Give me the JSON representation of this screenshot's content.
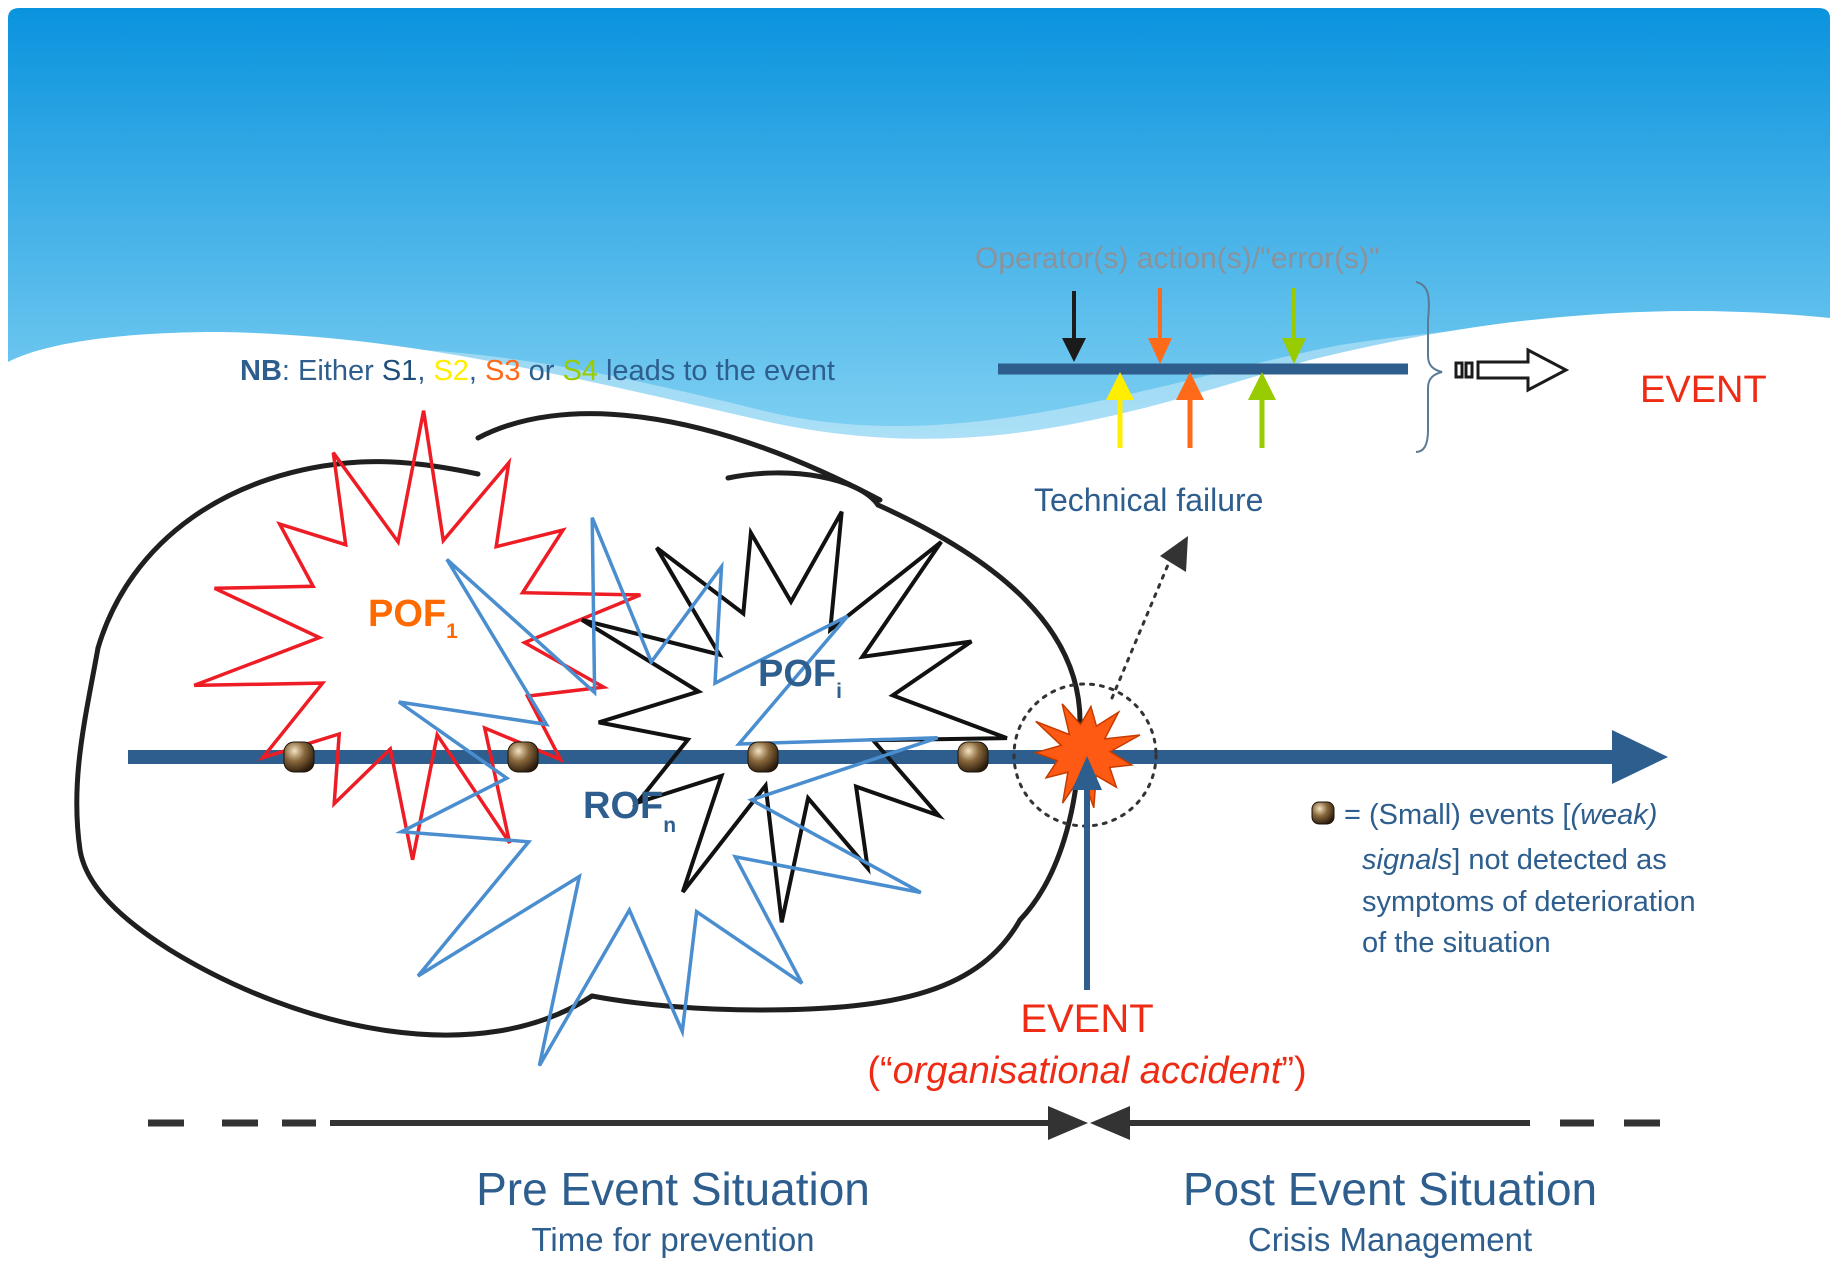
{
  "colors": {
    "header_top": "#0a93de",
    "header_bottom": "#7fd0f2",
    "timeline": "#2d5e8e",
    "pof1_star": "#ee1c24",
    "pofi_star": "#111111",
    "rofn_star": "#4a8ecf",
    "event_red": "#ee2b14",
    "event_burst": "#ff5a14",
    "label_orange": "#ff6a00",
    "label_blue": "#2d5e8e",
    "s1": "#1f4e79",
    "s2": "#ffee00",
    "s3": "#ff6a1a",
    "s4": "#99cc00"
  },
  "nb": {
    "label": "NB",
    "text_pre": ": Either ",
    "s1": "S1",
    "sep1": ", ",
    "s2": "S2",
    "sep2": ", ",
    "s3": "S3",
    "sep3": " or ",
    "s4": "S4",
    "text_post": " leads to the event"
  },
  "operator_label": "Operator(s) action(s)/\"error(s)\"",
  "top_event_label": "EVENT",
  "technical_failure_label": "Technical failure",
  "pof1": {
    "main": "POF",
    "sub": "1"
  },
  "pofi": {
    "main": "POF",
    "sub": "i"
  },
  "rofn": {
    "main": "ROF",
    "sub": "n"
  },
  "legend": {
    "line1_pre": "= (Small) events [",
    "line1_italic": "(weak)",
    "line2_italic": "signals",
    "line2_post": "] not detected as",
    "line3": "symptoms of deterioration",
    "line4": "of the situation"
  },
  "event_bottom": {
    "label": "EVENT",
    "open": "(“",
    "italic": "organisational accident",
    "close": "”)"
  },
  "pre_event": {
    "title": "Pre Event Situation",
    "subtitle": "Time for prevention"
  },
  "post_event": {
    "title": "Post Event Situation",
    "subtitle": "Crisis Management"
  }
}
